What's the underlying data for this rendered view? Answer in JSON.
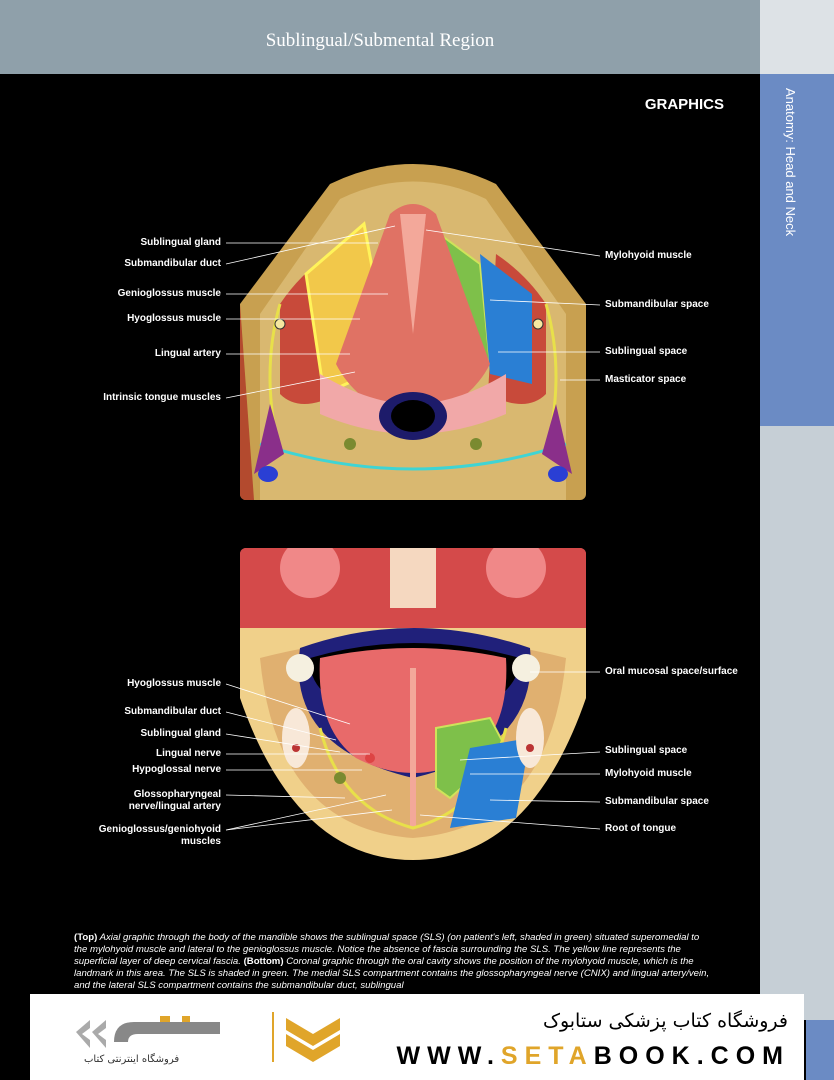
{
  "header": {
    "title": "Sublingual/Submental Region"
  },
  "sidebar": {
    "tab_label": "Anatomy: Head and Neck"
  },
  "section_label": "GRAPHICS",
  "top_figure": {
    "left_labels": [
      "Sublingual gland",
      "Submandibular duct",
      "Genioglossus muscle",
      "Hyoglossus muscle",
      "Lingual artery",
      "Intrinsic tongue muscles"
    ],
    "right_labels": [
      "Mylohyoid muscle",
      "Submandibular space",
      "Sublingual space",
      "Masticator space"
    ]
  },
  "bottom_figure": {
    "left_labels": [
      "Hyoglossus muscle",
      "Submandibular duct",
      "Sublingual gland",
      "Lingual nerve",
      "Hypoglossal nerve",
      "Glossopharyngeal",
      "nerve/lingual artery",
      "Genioglossus/geniohyoid",
      "muscles"
    ],
    "right_labels": [
      "Oral mucosal space/surface",
      "Sublingual space",
      "Mylohyoid muscle",
      "Submandibular space",
      "Root of tongue"
    ]
  },
  "caption": {
    "top_tag": "(Top)",
    "top_text": "Axial graphic through the body of the mandible shows the sublingual space (SLS) (on patient's left, shaded in green) situated superomedial to the mylohyoid muscle and lateral to the genioglossus muscle. Notice the absence of fascia surrounding the SLS. The yellow line represents the superficial layer of deep cervical fascia.",
    "bottom_tag": "(Bottom)",
    "bottom_text": "Coronal graphic through the oral cavity shows the position of the mylohyoid muscle, which is the landmark in this area. The SLS is shaded in green. The medial SLS compartment contains the glossopharyngeal nerve (CNIX) and lingual artery/vein, and the lateral SLS compartment contains the submandibular duct, sublingual"
  },
  "banner": {
    "store_name": "فروشگاه کتاب پزشکی ستابوک",
    "url_pre": "WWW.",
    "url_hl": "SETA",
    "url_post": "BOOK.COM",
    "brand_sub": "فروشگاه اینترنتی کتاب"
  },
  "colors": {
    "header": "#8fa0aa",
    "tab": "#6b8bc4",
    "accent": "#e0a52a"
  }
}
